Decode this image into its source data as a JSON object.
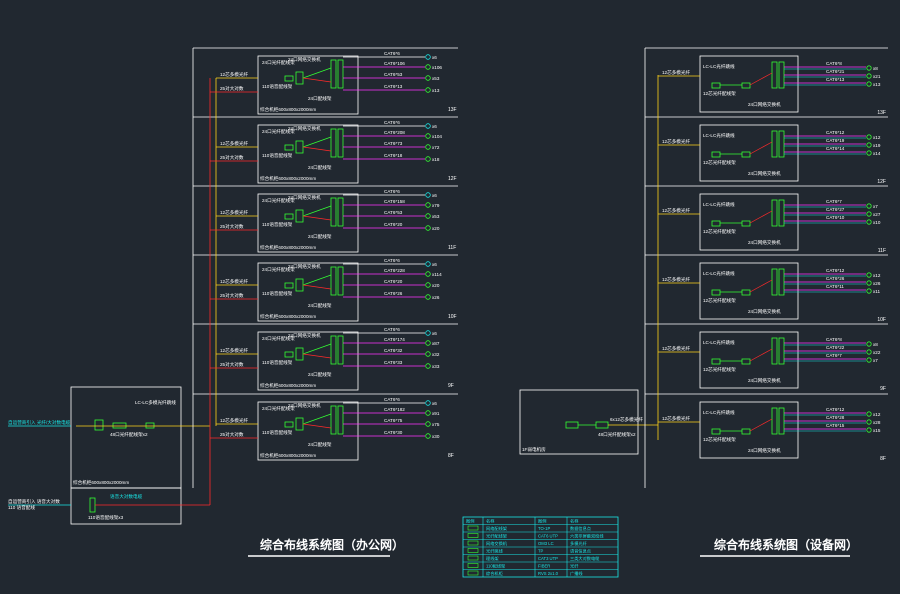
{
  "titles": {
    "office": "综合布线系统图（办公网）",
    "equipment": "综合布线系统图（设备网）"
  },
  "office": {
    "floors": [
      {
        "label": "13F",
        "cat_a": "CAT6*6",
        "cat_b": "CAT6*106",
        "cat_c": "CAT6*53",
        "cat_d": "CAT6*13",
        "n_a": "6",
        "n_b": "106",
        "n_c": "53",
        "n_d": "13"
      },
      {
        "label": "12F",
        "cat_a": "CAT6*6",
        "cat_b": "CAT6*208",
        "cat_c": "CAT6*73",
        "cat_d": "CAT6*18",
        "n_a": "6",
        "n_b": "104",
        "n_c": "72",
        "n_d": "18"
      },
      {
        "label": "11F",
        "cat_a": "CAT6*6",
        "cat_b": "CAT6*158",
        "cat_c": "CAT6*53",
        "cat_d": "CAT6*20",
        "n_a": "6",
        "n_b": "79",
        "n_c": "53",
        "n_d": "20"
      },
      {
        "label": "10F",
        "cat_a": "CAT6*6",
        "cat_b": "CAT6*228",
        "cat_c": "CAT6*20",
        "cat_d": "CAT6*26",
        "n_a": "6",
        "n_b": "114",
        "n_c": "20",
        "n_d": "26"
      },
      {
        "label": "9F",
        "cat_a": "CAT6*6",
        "cat_b": "CAT6*174",
        "cat_c": "CAT6*32",
        "cat_d": "CAT6*33",
        "n_a": "6",
        "n_b": "87",
        "n_c": "32",
        "n_d": "33"
      },
      {
        "label": "8F",
        "cat_a": "CAT6*6",
        "cat_b": "CAT6*182",
        "cat_c": "CAT6*75",
        "cat_d": "CAT6*30",
        "n_a": "6",
        "n_b": "91",
        "n_c": "75",
        "n_d": "30"
      }
    ],
    "box_caption": "综合机柜600x800x2000mm"
  },
  "equipment": {
    "floors": [
      {
        "label": "13F",
        "cat_a": "CAT6*8",
        "cat_b": "CAT6*21",
        "cat_c": "CAT6*13",
        "n_a": "8",
        "n_b": "21",
        "n_c": "13"
      },
      {
        "label": "12F",
        "cat_a": "CAT6*12",
        "cat_b": "CAT6*19",
        "cat_c": "CAT6*14",
        "n_a": "12",
        "n_b": "19",
        "n_c": "14"
      },
      {
        "label": "11F",
        "cat_a": "CAT6*7",
        "cat_b": "CAT6*27",
        "cat_c": "CAT6*10",
        "n_a": "7",
        "n_b": "27",
        "n_c": "10"
      },
      {
        "label": "10F",
        "cat_a": "CAT6*12",
        "cat_b": "CAT6*26",
        "cat_c": "CAT6*11",
        "n_a": "12",
        "n_b": "26",
        "n_c": "11"
      },
      {
        "label": "9F",
        "cat_a": "CAT6*8",
        "cat_b": "CAT6*22",
        "cat_c": "CAT6*7",
        "n_a": "8",
        "n_b": "22",
        "n_c": "7"
      },
      {
        "label": "8F",
        "cat_a": "CAT6*12",
        "cat_b": "CAT6*28",
        "cat_c": "CAT6*15",
        "n_a": "12",
        "n_b": "28",
        "n_c": "15"
      }
    ]
  },
  "main_room_label": "1F弱电机房",
  "legend": {
    "header": [
      "图例",
      "名称",
      "图例",
      "名称"
    ],
    "rows": [
      [
        "",
        "网络配线架",
        "TO-1P",
        "数据信息点"
      ],
      [
        "",
        "光纤配线架",
        "CAT6 UTP",
        "六类非屏蔽双绞线"
      ],
      [
        "",
        "网络交换机",
        "OM3 LC",
        "多模光纤"
      ],
      [
        "",
        "光纤跳线",
        "TP",
        "语音信息点"
      ],
      [
        "",
        "理线架",
        "CAT3 UTP",
        "三类大对数电缆"
      ],
      [
        "",
        "110配线架",
        "FIBER",
        "光纤"
      ],
      [
        "",
        "综合机柜",
        "RVS 2x1.0",
        "广播线"
      ]
    ]
  },
  "colors": {
    "background": "#212830",
    "frame": "#ffffff",
    "riser": "#ffd21a",
    "cable": "#ff33ff",
    "device": "#33ff33",
    "data_cyan": "#19e6e6",
    "red": "#ff2a2a"
  }
}
